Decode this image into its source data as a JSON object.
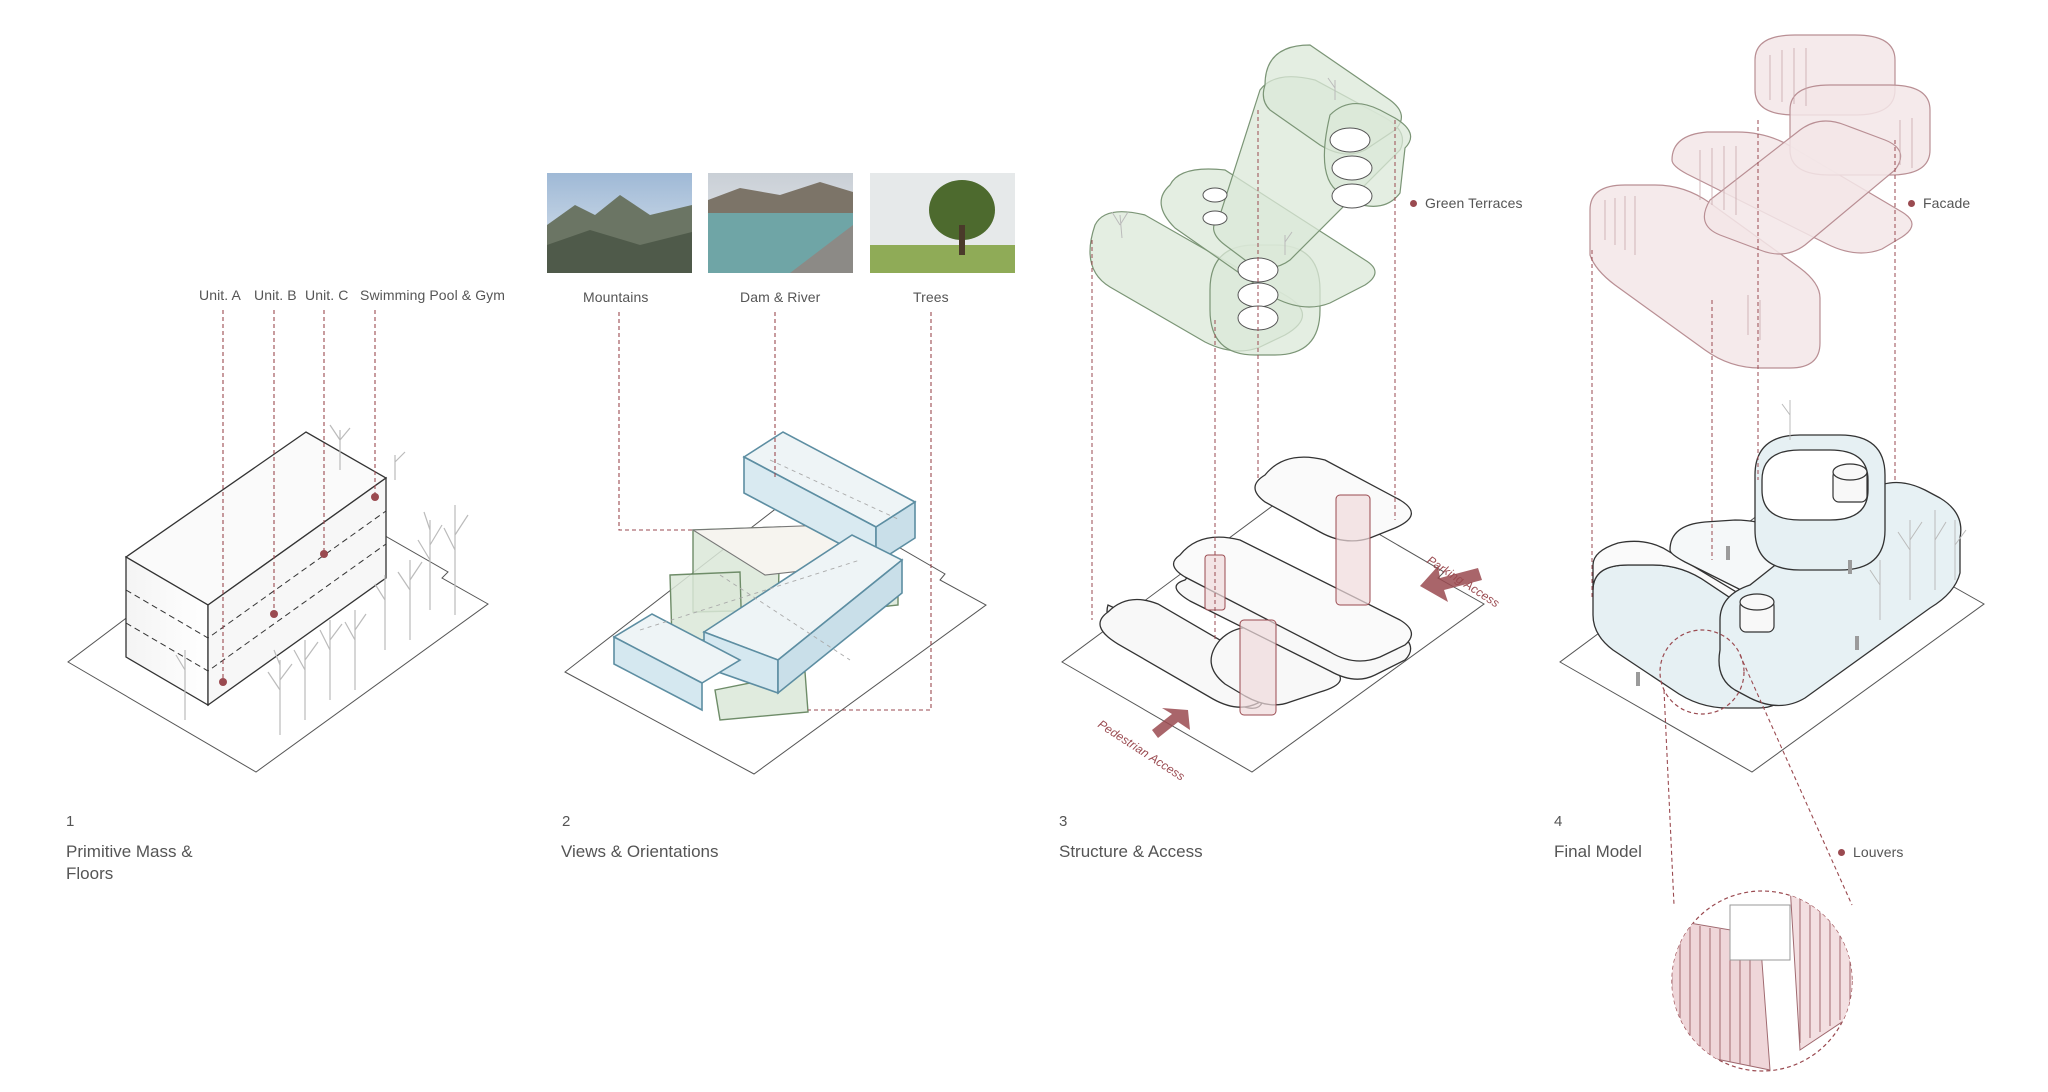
{
  "colors": {
    "accent": "#9a4a50",
    "line": "#3a3a3a",
    "green_fill": "#dbe8d8",
    "blue_fill": "#dcecf2"
  },
  "panels": [
    {
      "number": "1",
      "title": "Primitive Mass & Floors",
      "labels": [
        "Unit. A",
        "Unit. B",
        "Unit. C",
        "Swimming Pool & Gym"
      ]
    },
    {
      "number": "2",
      "title": "Views & Orientations",
      "labels": [
        "Mountains",
        "Dam & River",
        "Trees"
      ]
    },
    {
      "number": "3",
      "title": "Structure & Access",
      "labels": [
        "Green Terraces",
        "Parking Access",
        "Pedestrian Access"
      ]
    },
    {
      "number": "4",
      "title": "Final Model",
      "labels": [
        "Facade",
        "Louvers"
      ]
    }
  ]
}
